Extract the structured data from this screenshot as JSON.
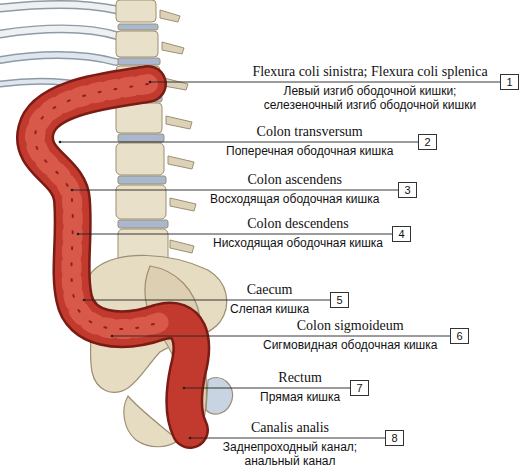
{
  "diagram": {
    "nodes": [
      {
        "text": [
          "1"
        ]
      },
      {
        "text": [
          "2"
        ]
      },
      {
        "text": [
          "3"
        ]
      },
      {
        "text": [
          "4"
        ]
      },
      {
        "text": [
          "5"
        ]
      },
      {
        "text": [
          "6"
        ]
      },
      {
        "text": [
          "7"
        ]
      },
      {
        "text": [
          "8"
        ]
      }
    ],
    "labels": [
      "Flexura coli sinistra; Flexura coli splenica",
      "Левый изгиб ободочной кишки; селезеночный изгиб ободочной кишки",
      "Colon transversum",
      "Поперечная ободочная кишка",
      "Colon ascendens",
      "Восходящая ободочная кишка",
      "Colon descendens",
      "Нисходящая ободочная кишка",
      "Caecum",
      "Слепая кишка",
      "Colon sigmoideum",
      "Сигмовидная ободочная кишка",
      "Rectum",
      "Прямая кишка",
      "Canalis analis",
      "Заднепроходный канал; анальный канал"
    ]
  }
}
